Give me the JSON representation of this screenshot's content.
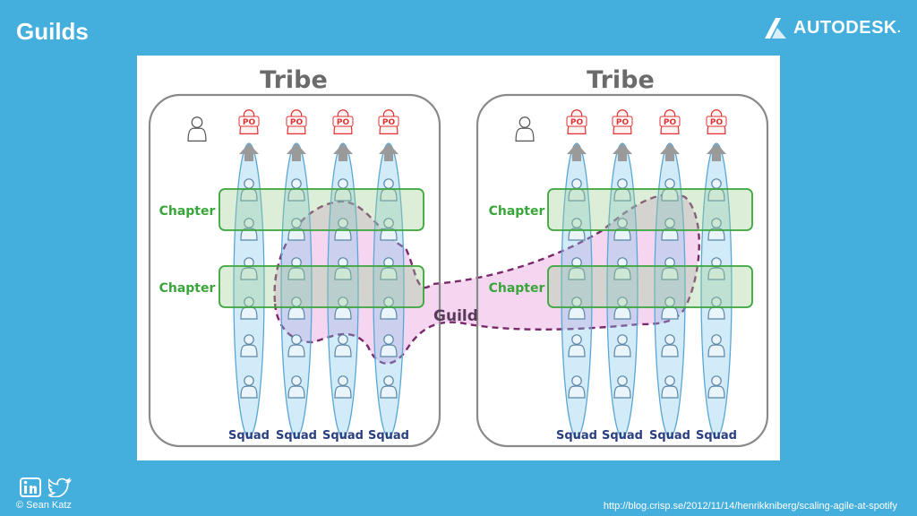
{
  "slide": {
    "title": "Guilds",
    "brand": "AUTODESK",
    "brand_mark": ".",
    "credit": "© Sean Katz",
    "source_url": "http://blog.crisp.se/2012/11/14/henrikkniberg/scaling-agile-at-spotify"
  },
  "icons": [
    "autodesk-logo-icon",
    "linkedin-icon",
    "twitter-icon",
    "person-icon",
    "arrow-up-icon"
  ],
  "colors": {
    "background": "#44aedc",
    "po": "#e03030",
    "squad": "#7fc6ea",
    "chapter": "#3aa53a",
    "guild": "#7a2a6a",
    "guild_fill": "#f0c8ec",
    "text_squad": "#2a3f80"
  },
  "diagram": {
    "tribes": [
      {
        "label": "Tribe",
        "chapters": [
          "Chapter",
          "Chapter"
        ],
        "squads": [
          {
            "label": "Squad",
            "po": "PO"
          },
          {
            "label": "Squad",
            "po": "PO"
          },
          {
            "label": "Squad",
            "po": "PO"
          },
          {
            "label": "Squad",
            "po": "PO"
          }
        ]
      },
      {
        "label": "Tribe",
        "chapters": [
          "Chapter",
          "Chapter"
        ],
        "squads": [
          {
            "label": "Squad",
            "po": "PO"
          },
          {
            "label": "Squad",
            "po": "PO"
          },
          {
            "label": "Squad",
            "po": "PO"
          },
          {
            "label": "Squad",
            "po": "PO"
          }
        ]
      }
    ],
    "guild_label": "Guild"
  }
}
